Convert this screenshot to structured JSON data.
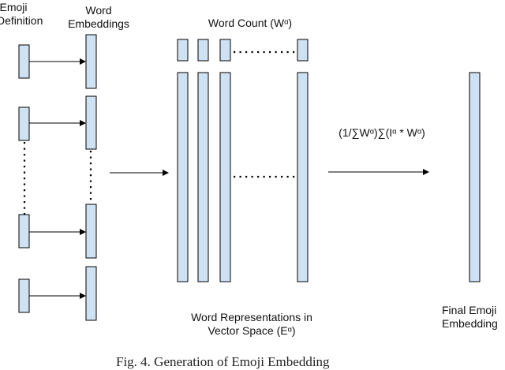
{
  "labels": {
    "emoji_definition": [
      "Emoji",
      "Definition"
    ],
    "word_embeddings": [
      "Word",
      "Embeddings"
    ],
    "word_count": "Word Count (Wᵅ)",
    "formula": "(1/∑Wᵅ)∑(Iᵅ * Wᵅ)",
    "word_representations": [
      "Word Representations in",
      "Vector Space (Eᵅ)"
    ],
    "final_embedding": [
      "Final Emoji",
      "Embedding"
    ]
  },
  "caption": "Fig. 4.  Generation of Emoji Embedding",
  "colors": {
    "box_fill": "#cfe2f3",
    "box_stroke": "#000000",
    "line": "#000000"
  }
}
